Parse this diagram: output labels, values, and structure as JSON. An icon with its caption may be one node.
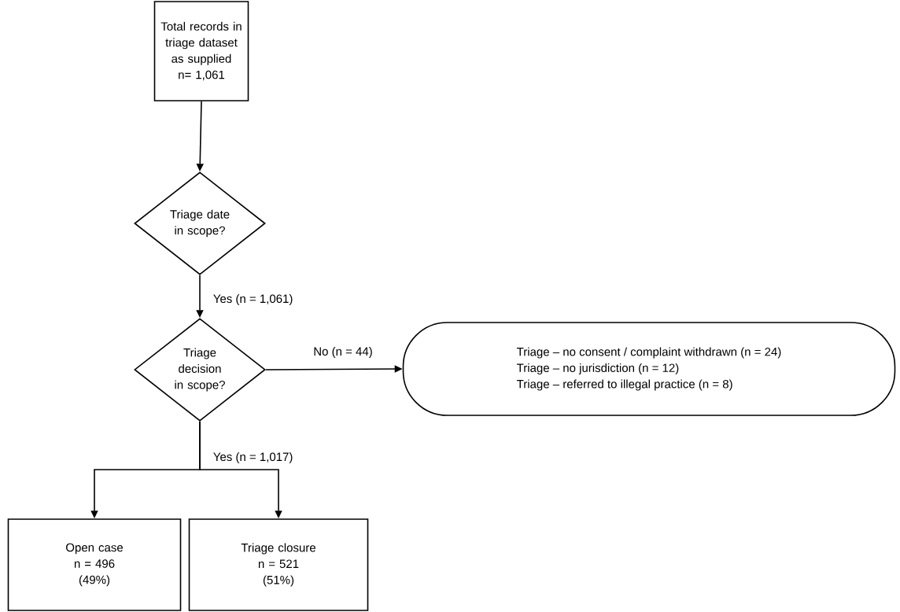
{
  "diagram": {
    "nodes": [
      {
        "text": [
          "Total records in triage dataset as supplied",
          "n= 1,061"
        ]
      },
      {
        "text": [
          "Triage date in scope?"
        ]
      },
      {
        "text": [
          "Triage decision in scope?"
        ]
      },
      {
        "text": [
          "Triage – no consent / complaint withdrawn  (n = 24)",
          "Triage – no jurisdiction  (n = 12)",
          "Triage – referred to illegal practice  (n = 8)"
        ]
      },
      {
        "text": [
          "Open case",
          "n = 496",
          "(49%)"
        ]
      },
      {
        "text": [
          "Triage closure",
          "n = 521",
          "(51%)"
        ]
      }
    ],
    "edges": [
      {
        "from": 0,
        "to": 1,
        "arrow": "to"
      },
      {
        "from": 1,
        "to": 2,
        "arrow": "to",
        "label": "Yes (n = 1,061)"
      },
      {
        "from": 2,
        "to": 3,
        "arrow": "to",
        "label": "No (n = 44)"
      },
      {
        "from": 2,
        "to": 4,
        "arrow": "to",
        "label": "Yes (n = 1,017)"
      },
      {
        "from": 2,
        "to": 5,
        "arrow": "to"
      }
    ]
  }
}
